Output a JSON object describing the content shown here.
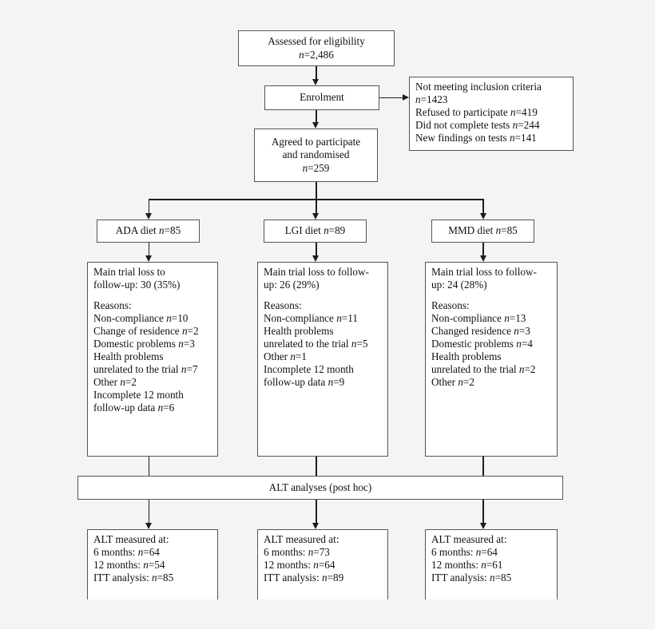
{
  "diagram": {
    "type": "consort-flow-diagram",
    "background_color": "#f4f4f4",
    "box_fill": "#ffffff",
    "border_color": "#555555",
    "line_color": "#1d1d1d"
  },
  "assessed": {
    "line1": "Assessed for eligibility",
    "n_prefix": "n",
    "n_value": "=2,486"
  },
  "enrolment": {
    "label": "Enrolment"
  },
  "excluded": {
    "line1": "Not meeting inclusion criteria",
    "line2_prefix": "n",
    "line2_value": "=1423",
    "line3_text": "Refused to participate ",
    "line3_prefix": "n",
    "line3_value": "=419",
    "line4_text": "Did not complete tests ",
    "line4_prefix": "n",
    "line4_value": "=244",
    "line5_text": "New findings on tests ",
    "line5_prefix": "n",
    "line5_value": "=141"
  },
  "randomised": {
    "line1": "Agreed to participate",
    "line2": "and randomised",
    "n_prefix": "n",
    "n_value": "=259"
  },
  "arms": [
    {
      "id": "ada",
      "header_text": "ADA diet ",
      "header_n_prefix": "n",
      "header_n_value": "=85",
      "loss": {
        "line1": "Main trial loss to",
        "line2": "follow-up: 30 (35%)",
        "reasons_label": "Reasons:",
        "reasons": [
          {
            "text": "Non-compliance ",
            "n_prefix": "n",
            "n_value": "=10"
          },
          {
            "text": "Change of residence ",
            "n_prefix": "n",
            "n_value": "=2"
          },
          {
            "text": "Domestic problems ",
            "n_prefix": "n",
            "n_value": "=3"
          },
          {
            "text": "Health problems",
            "n_prefix": "",
            "n_value": ""
          },
          {
            "text": "unrelated to the trial ",
            "n_prefix": "n",
            "n_value": "=7"
          },
          {
            "text": "Other ",
            "n_prefix": "n",
            "n_value": "=2"
          },
          {
            "text": "Incomplete 12 month",
            "n_prefix": "",
            "n_value": ""
          },
          {
            "text": "follow-up data ",
            "n_prefix": "n",
            "n_value": "=6"
          }
        ]
      },
      "outcome": {
        "line1": "ALT measured at:",
        "rows": [
          {
            "text": "6 months: ",
            "n_prefix": "n",
            "n_value": "=64"
          },
          {
            "text": "12 months: ",
            "n_prefix": "n",
            "n_value": "=54"
          },
          {
            "text": "ITT analysis: ",
            "n_prefix": "n",
            "n_value": "=85"
          }
        ]
      }
    },
    {
      "id": "lgi",
      "header_text": "LGI diet ",
      "header_n_prefix": "n",
      "header_n_value": "=89",
      "loss": {
        "line1": "Main trial loss to follow-",
        "line2": "up: 26 (29%)",
        "reasons_label": "Reasons:",
        "reasons": [
          {
            "text": "Non-compliance ",
            "n_prefix": "n",
            "n_value": "=11"
          },
          {
            "text": "Health problems",
            "n_prefix": "",
            "n_value": ""
          },
          {
            "text": "unrelated to the trial ",
            "n_prefix": "n",
            "n_value": "=5"
          },
          {
            "text": "Other ",
            "n_prefix": "n",
            "n_value": "=1"
          },
          {
            "text": "Incomplete 12 month",
            "n_prefix": "",
            "n_value": ""
          },
          {
            "text": "follow-up data ",
            "n_prefix": "n",
            "n_value": "=9"
          }
        ]
      },
      "outcome": {
        "line1": "ALT measured at:",
        "rows": [
          {
            "text": "6 months: ",
            "n_prefix": "n",
            "n_value": "=73"
          },
          {
            "text": "12 months: ",
            "n_prefix": "n",
            "n_value": "=64"
          },
          {
            "text": "ITT analysis: ",
            "n_prefix": "n",
            "n_value": "=89"
          }
        ]
      }
    },
    {
      "id": "mmd",
      "header_text": "MMD diet ",
      "header_n_prefix": "n",
      "header_n_value": "=85",
      "loss": {
        "line1": "Main trial loss to follow-",
        "line2": "up: 24 (28%)",
        "reasons_label": "Reasons:",
        "reasons": [
          {
            "text": "Non-compliance ",
            "n_prefix": "n",
            "n_value": "=13"
          },
          {
            "text": "Changed residence ",
            "n_prefix": "n",
            "n_value": "=3"
          },
          {
            "text": "Domestic problems ",
            "n_prefix": "n",
            "n_value": "=4"
          },
          {
            "text": "Health problems",
            "n_prefix": "",
            "n_value": ""
          },
          {
            "text": "unrelated to the trial ",
            "n_prefix": "n",
            "n_value": "=2"
          },
          {
            "text": "Other ",
            "n_prefix": "n",
            "n_value": "=2"
          }
        ]
      },
      "outcome": {
        "line1": "ALT measured at:",
        "rows": [
          {
            "text": "6 months: ",
            "n_prefix": "n",
            "n_value": "=64"
          },
          {
            "text": "12 months: ",
            "n_prefix": "n",
            "n_value": "=61"
          },
          {
            "text": "ITT analysis: ",
            "n_prefix": "n",
            "n_value": "=85"
          }
        ]
      }
    }
  ],
  "alt_analyses": {
    "label": "ALT analyses (post hoc)"
  }
}
